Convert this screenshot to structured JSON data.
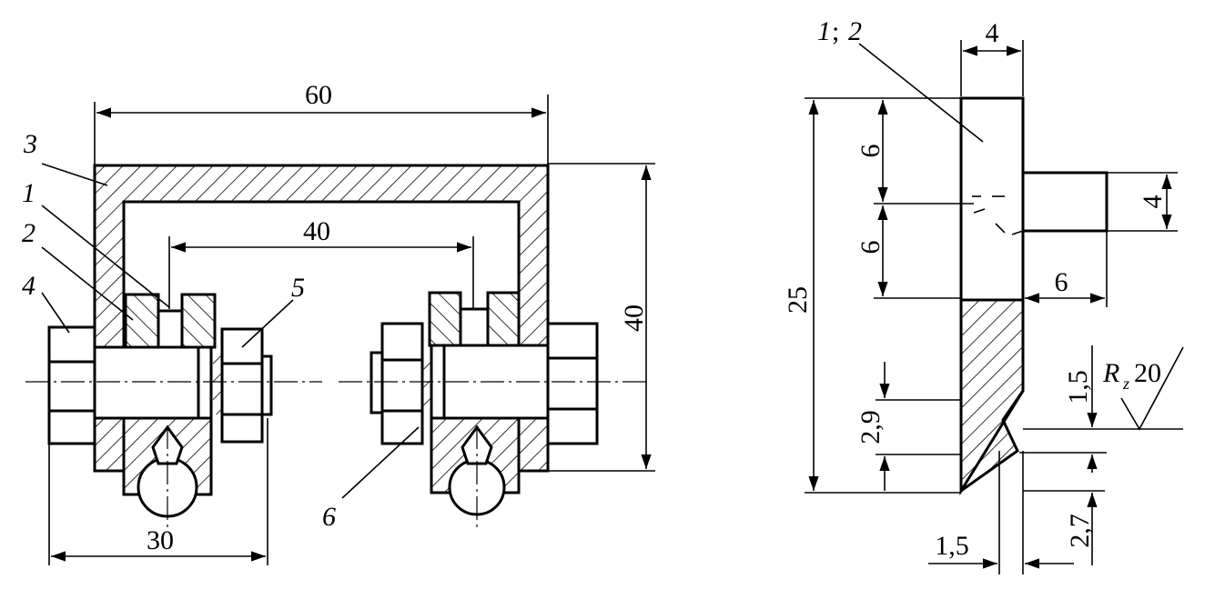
{
  "dimensions": {
    "width_60": "60",
    "width_40": "40",
    "height_40": "40",
    "width_30": "30",
    "side_4_top": "4",
    "side_6_a": "6",
    "side_6_b": "6",
    "side_25": "25",
    "side_4_right": "4",
    "side_6_right": "6",
    "side_1_5_right": "1,5",
    "side_2_9": "2,9",
    "side_2_7": "2,7",
    "side_1_5_bottom": "1,5"
  },
  "part_labels": {
    "label_1": "1",
    "label_2": "2",
    "label_3": "3",
    "label_4": "4",
    "label_5": "5",
    "label_6": "6",
    "label_1_2_sep": ";",
    "label_1_2_b": "2",
    "label_1_2_a": "1"
  },
  "roughness": {
    "symbol": "R",
    "subscript": "z",
    "value": "20"
  }
}
